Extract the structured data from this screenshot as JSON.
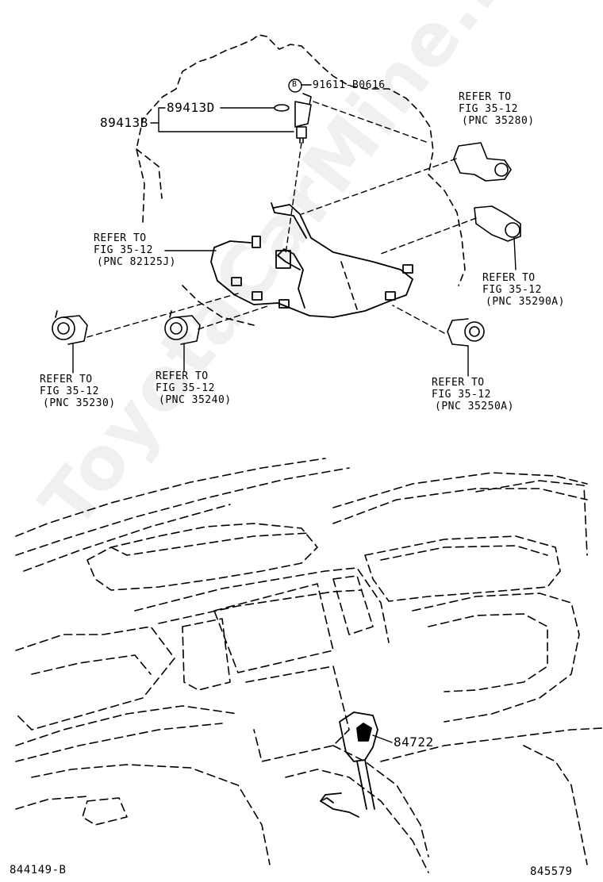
{
  "watermark": "ToyotaCarMine.ru",
  "parts": {
    "p89413B": "89413B",
    "p89413D": "89413D",
    "p91611": "91611-B0616",
    "p91611_marker": "B",
    "p84722": "84722"
  },
  "refs": {
    "r35280": {
      "l1": "REFER TO",
      "l2": "FIG 35-12",
      "l3": "(PNC 35280)"
    },
    "r82125J": {
      "l1": "REFER TO",
      "l2": "FIG 35-12",
      "l3": "(PNC 82125J)"
    },
    "r35290A": {
      "l1": "REFER TO",
      "l2": "FIG 35-12",
      "l3": "(PNC 35290A)"
    },
    "r35230": {
      "l1": "REFER TO",
      "l2": "FIG 35-12",
      "l3": "(PNC 35230)"
    },
    "r35240": {
      "l1": "REFER TO",
      "l2": "FIG 35-12",
      "l3": "(PNC 35240)"
    },
    "r35250A": {
      "l1": "REFER TO",
      "l2": "FIG 35-12",
      "l3": "(PNC 35250A)"
    }
  },
  "footer": {
    "left_code": "844149-B",
    "right_code": "845579"
  }
}
